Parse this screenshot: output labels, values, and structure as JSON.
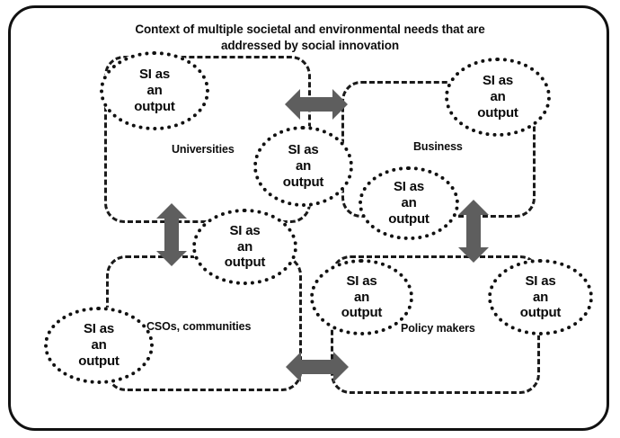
{
  "diagram": {
    "title": "Context of multiple societal and environmental needs that are addressed by social innovation",
    "node_label": "SI as\nan\noutput",
    "colors": {
      "frame": "#111111",
      "dashed_box": "#1a1a1a",
      "ellipse_border": "#111111",
      "arrow_fill": "#5e5e5e",
      "text": "#0a0a0a",
      "background": "#ffffff"
    },
    "sectors": [
      {
        "id": "universities",
        "label": "Universities"
      },
      {
        "id": "business",
        "label": "Business"
      },
      {
        "id": "csos-communities",
        "label": "CSOs, communities"
      },
      {
        "id": "policy-makers",
        "label": "Policy makers"
      }
    ],
    "nodes": [
      {
        "id": "node-universities",
        "label": "SI as\nan\noutput"
      },
      {
        "id": "node-center",
        "label": "SI as\nan\noutput"
      },
      {
        "id": "node-business-top",
        "label": "SI as\nan\noutput"
      },
      {
        "id": "node-business-inner",
        "label": "SI as\nan\noutput"
      },
      {
        "id": "node-csos-upper",
        "label": "SI as\nan\noutput"
      },
      {
        "id": "node-csos-lower",
        "label": "SI as\nan\noutput"
      },
      {
        "id": "node-policy-left",
        "label": "SI as\nan\noutput"
      },
      {
        "id": "node-policy-right",
        "label": "SI as\nan\noutput"
      }
    ],
    "arrows": [
      {
        "id": "arrow-top-horizontal",
        "orientation": "horizontal",
        "heads": "double"
      },
      {
        "id": "arrow-left-vertical",
        "orientation": "vertical",
        "heads": "double"
      },
      {
        "id": "arrow-right-vertical",
        "orientation": "vertical",
        "heads": "double"
      },
      {
        "id": "arrow-bottom-horizontal",
        "orientation": "horizontal",
        "heads": "double"
      }
    ]
  }
}
